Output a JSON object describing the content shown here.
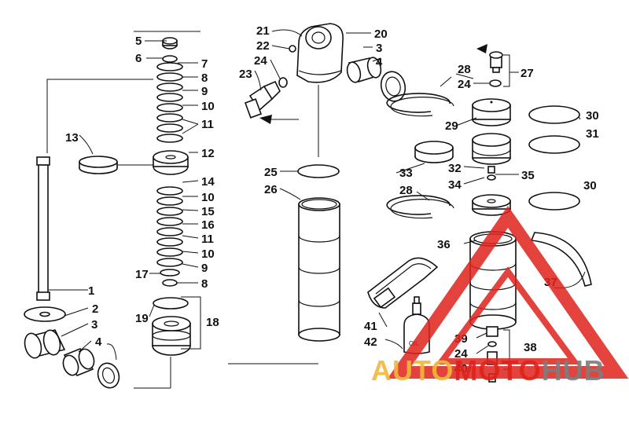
{
  "diagram": {
    "callouts": [
      {
        "id": "c-1",
        "text": "1"
      },
      {
        "id": "c-2",
        "text": "2"
      },
      {
        "id": "c-3a",
        "text": "3"
      },
      {
        "id": "c-4a",
        "text": "4"
      },
      {
        "id": "c-5",
        "text": "5"
      },
      {
        "id": "c-6",
        "text": "6"
      },
      {
        "id": "c-7",
        "text": "7"
      },
      {
        "id": "c-8a",
        "text": "8"
      },
      {
        "id": "c-9a",
        "text": "9"
      },
      {
        "id": "c-10a",
        "text": "10"
      },
      {
        "id": "c-11a",
        "text": "11"
      },
      {
        "id": "c-12",
        "text": "12"
      },
      {
        "id": "c-13",
        "text": "13"
      },
      {
        "id": "c-14",
        "text": "14"
      },
      {
        "id": "c-10b",
        "text": "10"
      },
      {
        "id": "c-15",
        "text": "15"
      },
      {
        "id": "c-16",
        "text": "16"
      },
      {
        "id": "c-11b",
        "text": "11"
      },
      {
        "id": "c-10c",
        "text": "10"
      },
      {
        "id": "c-9b",
        "text": "9"
      },
      {
        "id": "c-17",
        "text": "17"
      },
      {
        "id": "c-8b",
        "text": "8"
      },
      {
        "id": "c-19",
        "text": "19"
      },
      {
        "id": "c-18",
        "text": "18"
      },
      {
        "id": "c-21",
        "text": "21"
      },
      {
        "id": "c-22",
        "text": "22"
      },
      {
        "id": "c-24a",
        "text": "24"
      },
      {
        "id": "c-23",
        "text": "23"
      },
      {
        "id": "c-20",
        "text": "20"
      },
      {
        "id": "c-3b",
        "text": "3"
      },
      {
        "id": "c-4b",
        "text": "4"
      },
      {
        "id": "c-25",
        "text": "25"
      },
      {
        "id": "c-26",
        "text": "26"
      },
      {
        "id": "c-28a",
        "text": "28"
      },
      {
        "id": "c-24b",
        "text": "24"
      },
      {
        "id": "c-27",
        "text": "27"
      },
      {
        "id": "c-29",
        "text": "29"
      },
      {
        "id": "c-30a",
        "text": "30"
      },
      {
        "id": "c-31",
        "text": "31"
      },
      {
        "id": "c-33",
        "text": "33"
      },
      {
        "id": "c-32",
        "text": "32"
      },
      {
        "id": "c-35",
        "text": "35"
      },
      {
        "id": "c-28b",
        "text": "28"
      },
      {
        "id": "c-34",
        "text": "34"
      },
      {
        "id": "c-30b",
        "text": "30"
      },
      {
        "id": "c-36",
        "text": "36"
      },
      {
        "id": "c-37",
        "text": "37"
      },
      {
        "id": "c-41",
        "text": "41"
      },
      {
        "id": "c-42",
        "text": "42"
      },
      {
        "id": "c-39",
        "text": "39"
      },
      {
        "id": "c-24c",
        "text": "24"
      },
      {
        "id": "c-38",
        "text": "38"
      },
      {
        "id": "c-40",
        "text": "40"
      }
    ],
    "oil_label": "OIL"
  },
  "watermark": {
    "word_part1": "AUTO",
    "word_part2": "MOTO",
    "word_part3": "HUB",
    "color_red": "#e0221c",
    "color_gold": "#f0b93a",
    "color_grey": "#7d7d7d"
  }
}
